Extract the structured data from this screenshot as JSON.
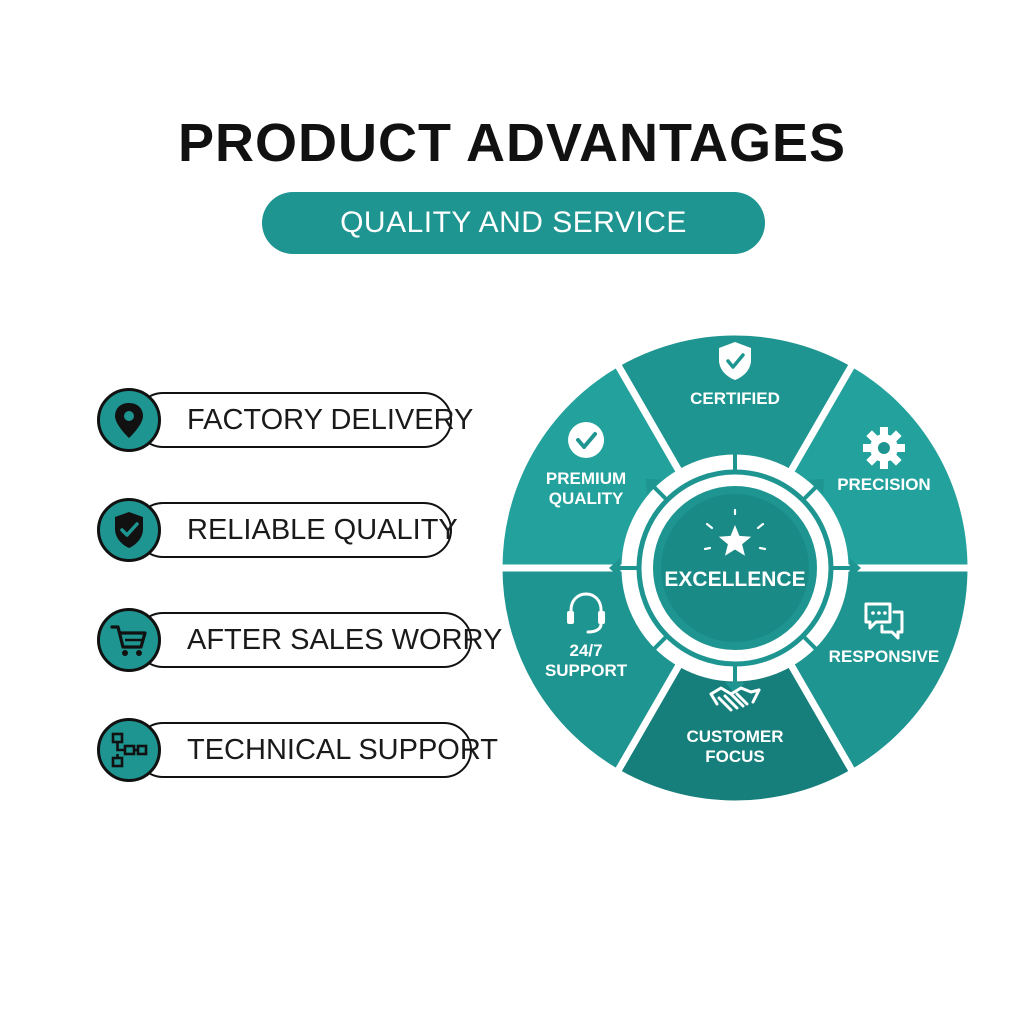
{
  "header": {
    "title": "PRODUCT ADVANTAGES",
    "subtitle": "QUALITY AND SERVICE EXCELLENCE"
  },
  "features": [
    {
      "label": "FACTORY DELIVERY",
      "icon": "location-pin-icon"
    },
    {
      "label": "RELIABLE QUALITY",
      "icon": "shield-check-icon"
    },
    {
      "label": "AFTER SALES WORRY",
      "icon": "shopping-cart-icon"
    },
    {
      "label": "TECHNICAL SUPPORT",
      "icon": "flowchart-icon"
    }
  ],
  "wheel": {
    "center_label": "EXCELLENCE",
    "center_icon": "star-icon",
    "segments": [
      {
        "lines": [
          "CERTIFIED"
        ],
        "icon": "shield-check-icon"
      },
      {
        "lines": [
          "PRECISION"
        ],
        "icon": "gear-icon"
      },
      {
        "lines": [
          "RESPONSIVE"
        ],
        "icon": "chat-bubbles-icon"
      },
      {
        "lines": [
          "CUSTOMER",
          "FOCUS"
        ],
        "icon": "handshake-icon"
      },
      {
        "lines": [
          "24/7",
          "SUPPORT"
        ],
        "icon": "headset-icon"
      },
      {
        "lines": [
          "PREMIUM",
          "QUALITY"
        ],
        "icon": "checkmark-circle-icon"
      }
    ]
  },
  "colors": {
    "teal": "#1e9591",
    "teal_light": "#23a19c",
    "teal_dark": "#167f7b",
    "outline": "#111111"
  }
}
